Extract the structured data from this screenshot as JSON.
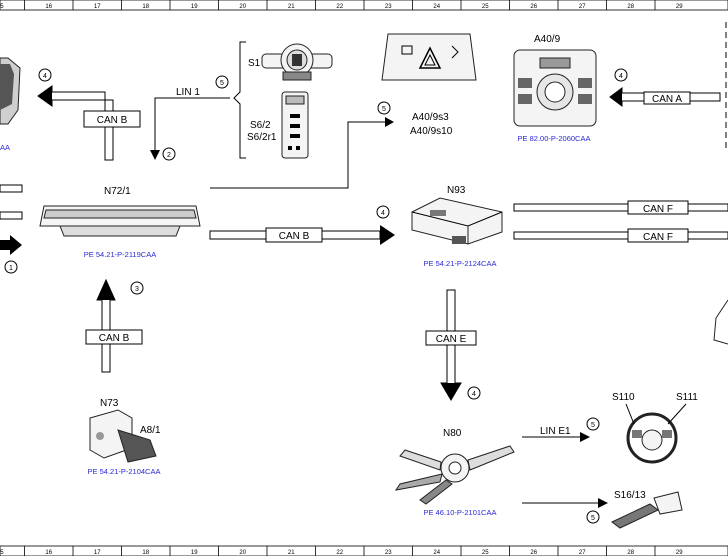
{
  "ruler": [
    "15",
    "16",
    "17",
    "18",
    "19",
    "20",
    "21",
    "22",
    "23",
    "24",
    "25",
    "26",
    "27",
    "28",
    "29"
  ],
  "components": {
    "n72_1": "N72/1",
    "n93": "N93",
    "n73": "N73",
    "a8_1": "A8/1",
    "n80": "N80",
    "s1": "S1",
    "s6_2": "S6/2",
    "s6_2r1": "S6/2r1",
    "a40_9s3": "A40/9s3",
    "a40_9s10": "A40/9s10",
    "a40_9": "A40/9",
    "s110": "S110",
    "s111": "S111",
    "s16_13": "S16/13"
  },
  "buses": {
    "can_b": "CAN B",
    "can_a": "CAN A",
    "can_f": "CAN F",
    "can_e": "CAN E",
    "lin_1": "LIN 1",
    "lin_e1": "LIN E1"
  },
  "refs": {
    "left_top": "AA",
    "n72_1": "PE 54.21-P-2119CAA",
    "n93": "PE 54.21-P-2124CAA",
    "a40_9": "PE 82.00-P-2060CAA",
    "n73": "PE 54.21-P-2104CAA",
    "n80": "PE 46.10-P-2101CAA"
  },
  "markers": [
    "1",
    "2",
    "3",
    "4",
    "5"
  ]
}
